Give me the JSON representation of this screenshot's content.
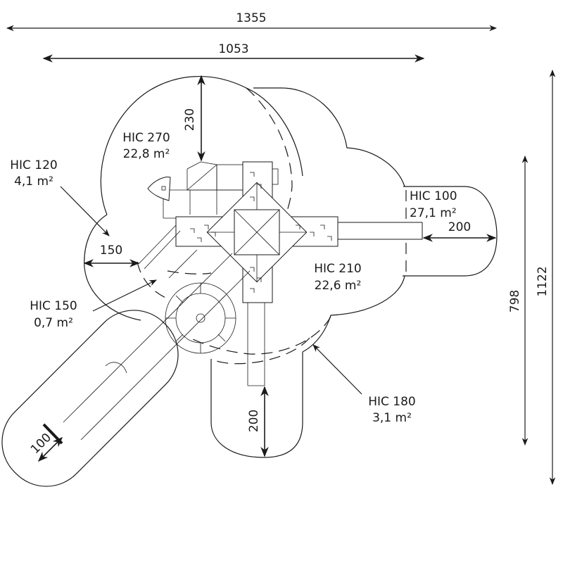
{
  "diagram": {
    "type": "playground-fall-zone-plan",
    "colors": {
      "ink": "#1a1a1a",
      "background": "#ffffff"
    },
    "overall_dimensions": {
      "width_total": "1355",
      "width_structure": "1053",
      "height_structure": "798",
      "height_total": "1122"
    },
    "clearance_dimensions": {
      "top_clearance": "230",
      "left_clearance": "150",
      "right_clearance": "200",
      "bottom_clearance": "200",
      "slide_exit_width": "100"
    },
    "zones": [
      {
        "id": "hic-270",
        "hic": "HIC 270",
        "area": "22,8 m²"
      },
      {
        "id": "hic-120",
        "hic": "HIC 120",
        "area": "4,1 m²"
      },
      {
        "id": "hic-100",
        "hic": "HIC 100",
        "area": "27,1 m²"
      },
      {
        "id": "hic-210",
        "hic": "HIC 210",
        "area": "22,6 m²"
      },
      {
        "id": "hic-150",
        "hic": "HIC 150",
        "area": "0,7 m²"
      },
      {
        "id": "hic-180",
        "hic": "HIC 180",
        "area": "3,1 m²"
      }
    ]
  }
}
